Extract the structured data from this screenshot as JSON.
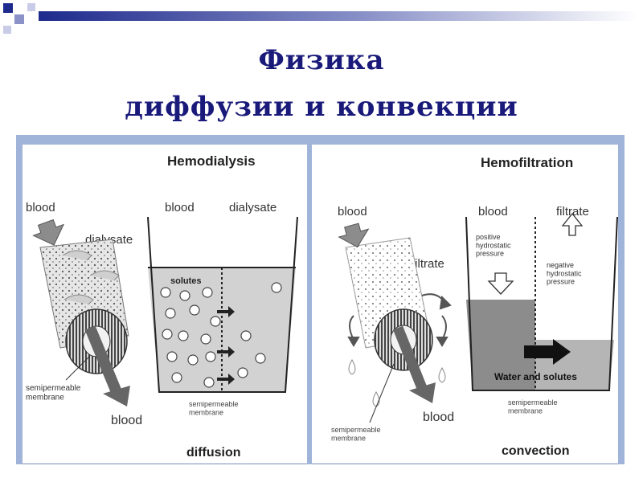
{
  "slide": {
    "title_line1": "Физика",
    "title_line2": "диффузии и конвекции",
    "accent_color": "#1a1a7a"
  },
  "hemodialysis": {
    "heading": "Hemodialysis",
    "blood_in": "blood",
    "dialysate_in": "dialysate",
    "col_left": "blood",
    "col_right": "dialysate",
    "solutes": "solutes",
    "membrane_label": "semipermeable\nmembrane",
    "tank_membrane_label": "semipermeable\nmembrane",
    "blood_out": "blood",
    "mode": "diffusion"
  },
  "hemofiltration": {
    "heading": "Hemofiltration",
    "blood_in": "blood",
    "filtrate_out": "filtrate",
    "col_left": "blood",
    "col_right": "filtrate",
    "positive_pressure": "positive\nhydrostatic\npressure",
    "negative_pressure": "negative\nhydrostatic\npressure",
    "flow_label": "Water and solutes",
    "membrane_label": "semipermeable\nmembrane",
    "tank_membrane_label": "semipermeable\nmembrane",
    "blood_out": "blood",
    "mode": "convection"
  }
}
